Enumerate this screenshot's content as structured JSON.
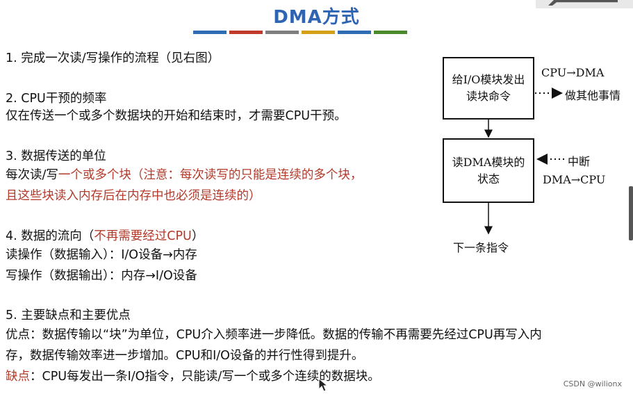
{
  "title": "DMA方式",
  "title_bar_colors": [
    "#2e6db4",
    "#c0392b",
    "#7f7f7f",
    "#d4a017",
    "#2e6db4",
    "#4a8a2a"
  ],
  "sections": {
    "s1_title": "1. 完成一次读/写操作的流程（见右图）",
    "s2_title": "2. CPU干预的频率",
    "s2_line1": "仅在传送一个或多个数据块的开始和结束时，才需要CPU干预。",
    "s3_title": "3. 数据传送的单位",
    "s3_line1_a": "每次读/写",
    "s3_line1_b": "一个或多个块（注意：每次读写的只能是连续的多个块，",
    "s3_line2": "且这些块读入内存后在内存中也必须是连续的）",
    "s4_title_a": "4. 数据的流向（",
    "s4_title_b": "不再需要经过CPU",
    "s4_title_c": "）",
    "s4_line1": "读操作（数据输入）：I/O设备→内存",
    "s4_line2": "写操作（数据输出）：内存→I/O设备",
    "s5_title": "5. 主要缺点和主要优点",
    "s5_line1": "优点：数据传输以“块”为单位，CPU介入频率进一步降低。数据的传输不再需要先经过CPU再写入内",
    "s5_line2": "存，数据传输效率进一步增加。CPU和I/O设备的并行性得到提升。",
    "s5_line3_a": "缺点",
    "s5_line3_b": "：CPU每发出一条I/O指令，只能读/写一个或多个连续的数据块。"
  },
  "diagram": {
    "box1_line1": "给I/O模块发出",
    "box1_line2": "读块命令",
    "box2_line1": "读DMA模块的",
    "box2_line2": "状态",
    "label_cpu_dma": "CPU→DMA",
    "label_do_other": "做其他事情",
    "label_interrupt": "中断",
    "label_dma_cpu": "DMA→CPU",
    "label_next": "下一条指令"
  },
  "watermark": "CSDN @wilionx"
}
